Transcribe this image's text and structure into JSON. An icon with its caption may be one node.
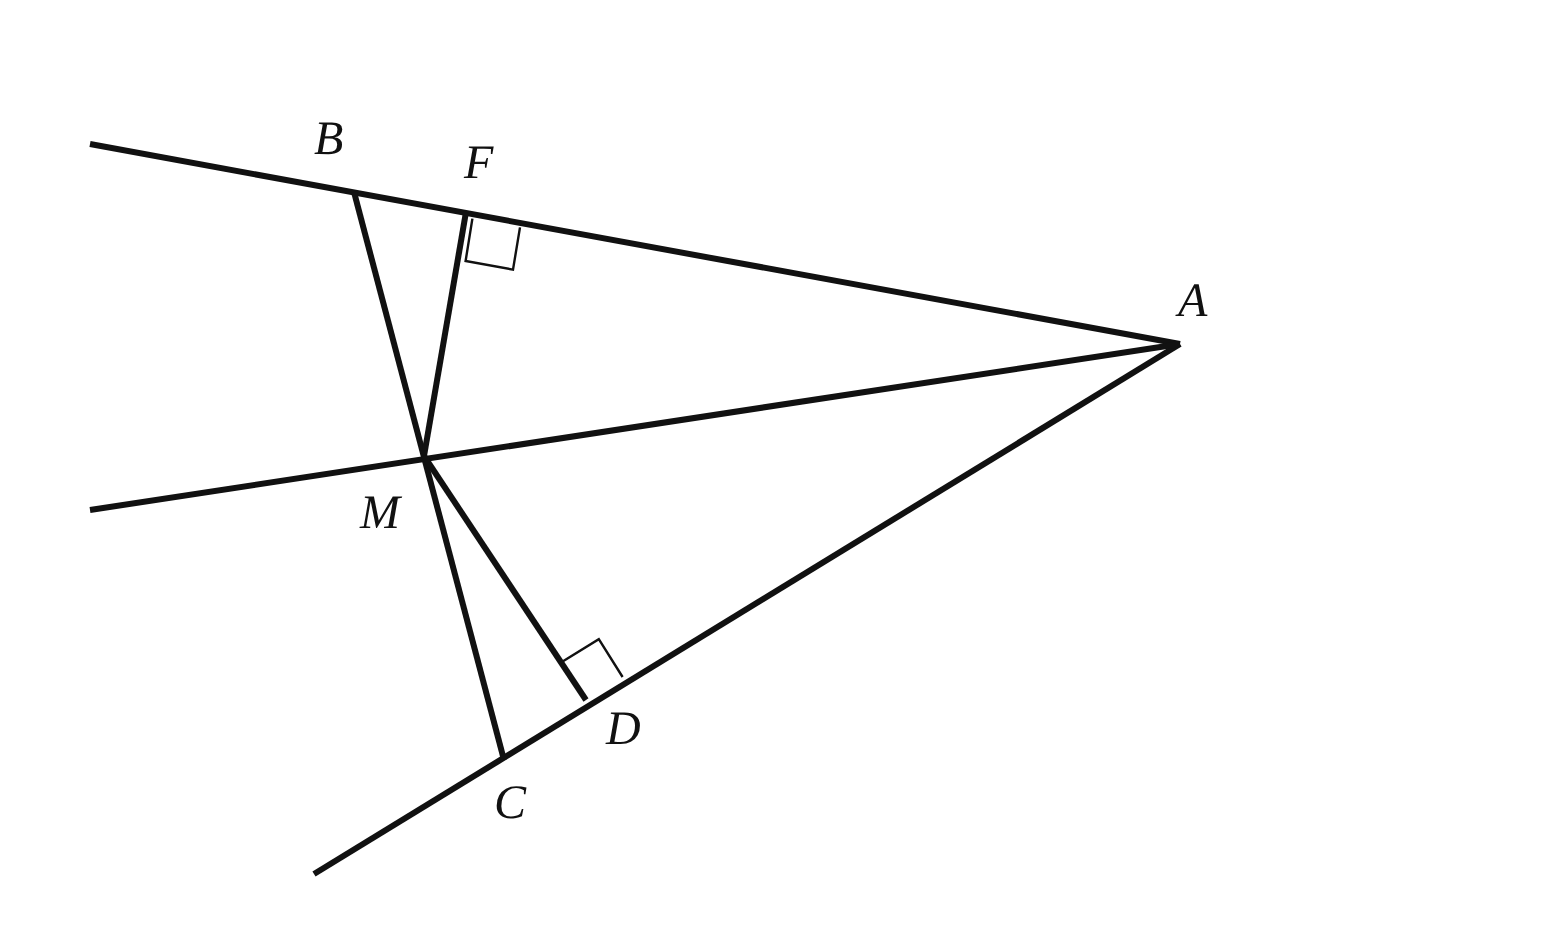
{
  "diagram": {
    "labels": [
      "B",
      "F",
      "A",
      "M",
      "D",
      "C"
    ]
  }
}
